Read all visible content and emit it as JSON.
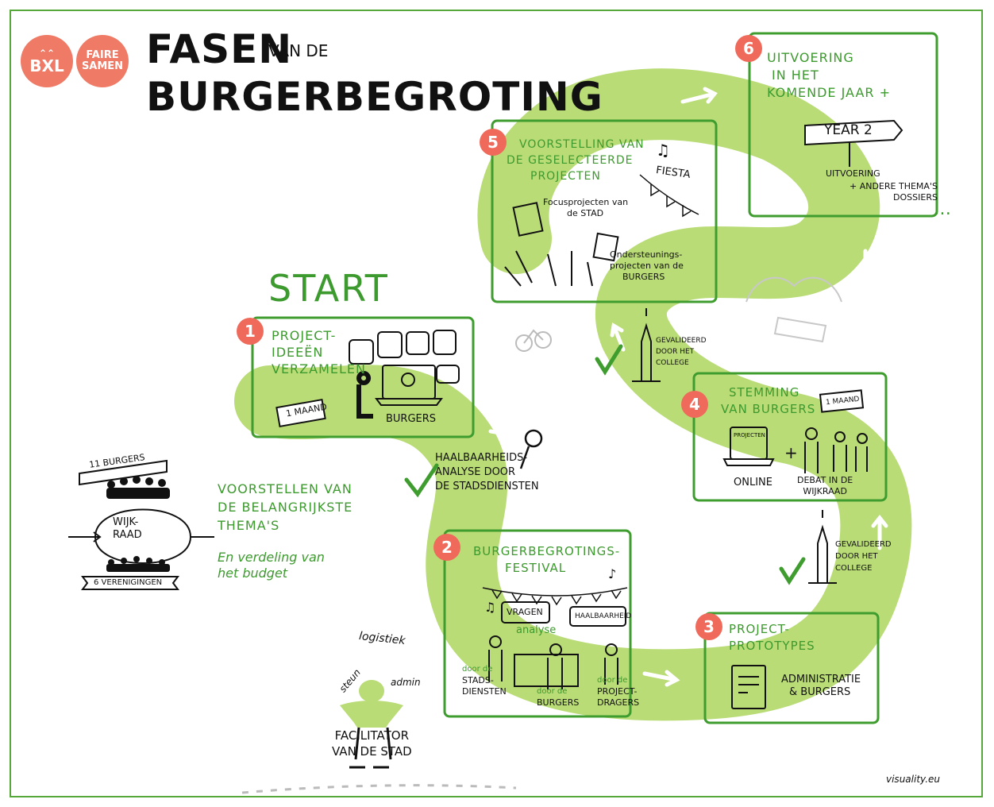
{
  "logos": {
    "bxl": "BXL",
    "faire": "FAIRE",
    "samen": "SAMEN"
  },
  "title": {
    "line1": "FASEN",
    "van_de": "VAN DE",
    "line2": "BURGERBEGROTING"
  },
  "start_label": "START",
  "steps": [
    {
      "number": "1",
      "title_lines": [
        "PROJECT-",
        "IDEEËN",
        "VERZAMELEN"
      ],
      "notes": [
        "1 MAAND",
        "BURGERS"
      ]
    },
    {
      "number": "2",
      "title_lines": [
        "BURGERBEGROTINGS-",
        "FESTIVAL"
      ],
      "notes": [
        "VRAGEN",
        "analyse",
        "HAALBAARHEID",
        "door de",
        "STADS-",
        "DIENSTEN",
        "door de",
        "BURGERS",
        "door de",
        "PROJECT-",
        "DRAGERS"
      ]
    },
    {
      "number": "3",
      "title_lines": [
        "PROJECT-",
        "PROTOTYPES"
      ],
      "notes": [
        "ADMINISTRATIE",
        "& BURGERS"
      ]
    },
    {
      "number": "4",
      "title_lines": [
        "STEMMING",
        "VAN BURGERS"
      ],
      "notes": [
        "1 MAAND",
        "PROJECTEN",
        "ONLINE",
        "DEBAT IN DE",
        "WIJKRAAD"
      ]
    },
    {
      "number": "5",
      "title_lines": [
        "VOORSTELLING VAN",
        "DE GESELECTEERDE",
        "PROJECTEN"
      ],
      "notes": [
        "FIESTA",
        "Focusprojecten van",
        "de STAD",
        "Ondersteunings-",
        "projecten van de",
        "BURGERS"
      ]
    },
    {
      "number": "6",
      "title_lines": [
        "UITVOERING",
        "IN HET",
        "KOMENDE JAAR +"
      ],
      "notes": [
        "YEAR 2",
        "UITVOERING",
        "+ ANDERE THEMA'S",
        "DOSSIERS"
      ]
    }
  ],
  "haalbaarheid": [
    "HAALBAARHEIDS-",
    "ANALYSE DOOR",
    "DE STADSDIENSTEN"
  ],
  "gevalideerd_top": [
    "GEVALIDEERD",
    "DOOR HET",
    "COLLEGE"
  ],
  "gevalideerd_bottom": [
    "GEVALIDEERD",
    "DOOR HET",
    "COLLEGE"
  ],
  "wijkraad": {
    "burgers": "11 BURGERS",
    "label_lines": [
      "WIJK-",
      "RAAD"
    ],
    "verenigingen": "6 VERENIGINGEN"
  },
  "voorstellen": [
    "VOORSTELLEN VAN",
    "DE BELANGRIJKSTE",
    "THEMA'S"
  ],
  "verdeling": [
    "En verdeling van",
    "het budget"
  ],
  "facilitator": {
    "logistiek": "logistiek",
    "steun": "steun",
    "admin": "admin",
    "label_lines": [
      "FACILITATOR",
      "VAN DE STAD"
    ]
  },
  "credit": "visuality.eu",
  "colors": {
    "path": "#b9dc76",
    "box": "#3f9c2f",
    "text_green": "#3d9a2e",
    "badge": "#ef6a5a",
    "logo": "#ef7b66"
  }
}
